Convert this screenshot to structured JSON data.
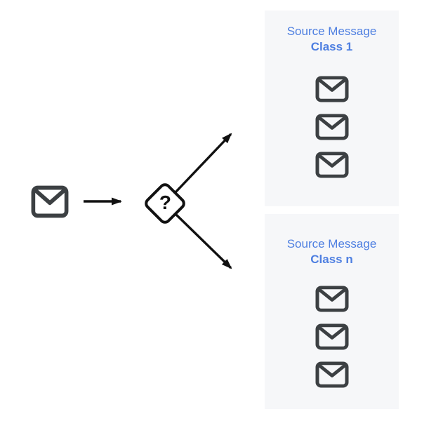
{
  "colors": {
    "panel_bg": "#f6f7f9",
    "accent_blue": "#4e7fe1",
    "icon_gray": "#3c4043",
    "line_black": "#111111"
  },
  "input": {
    "icon": "envelope-icon"
  },
  "classifier": {
    "symbol": "?"
  },
  "panels": [
    {
      "title": "Source Message",
      "subtitle": "Class 1",
      "envelope_count": 3
    },
    {
      "title": "Source Message",
      "subtitle": "Class n",
      "envelope_count": 3
    }
  ]
}
